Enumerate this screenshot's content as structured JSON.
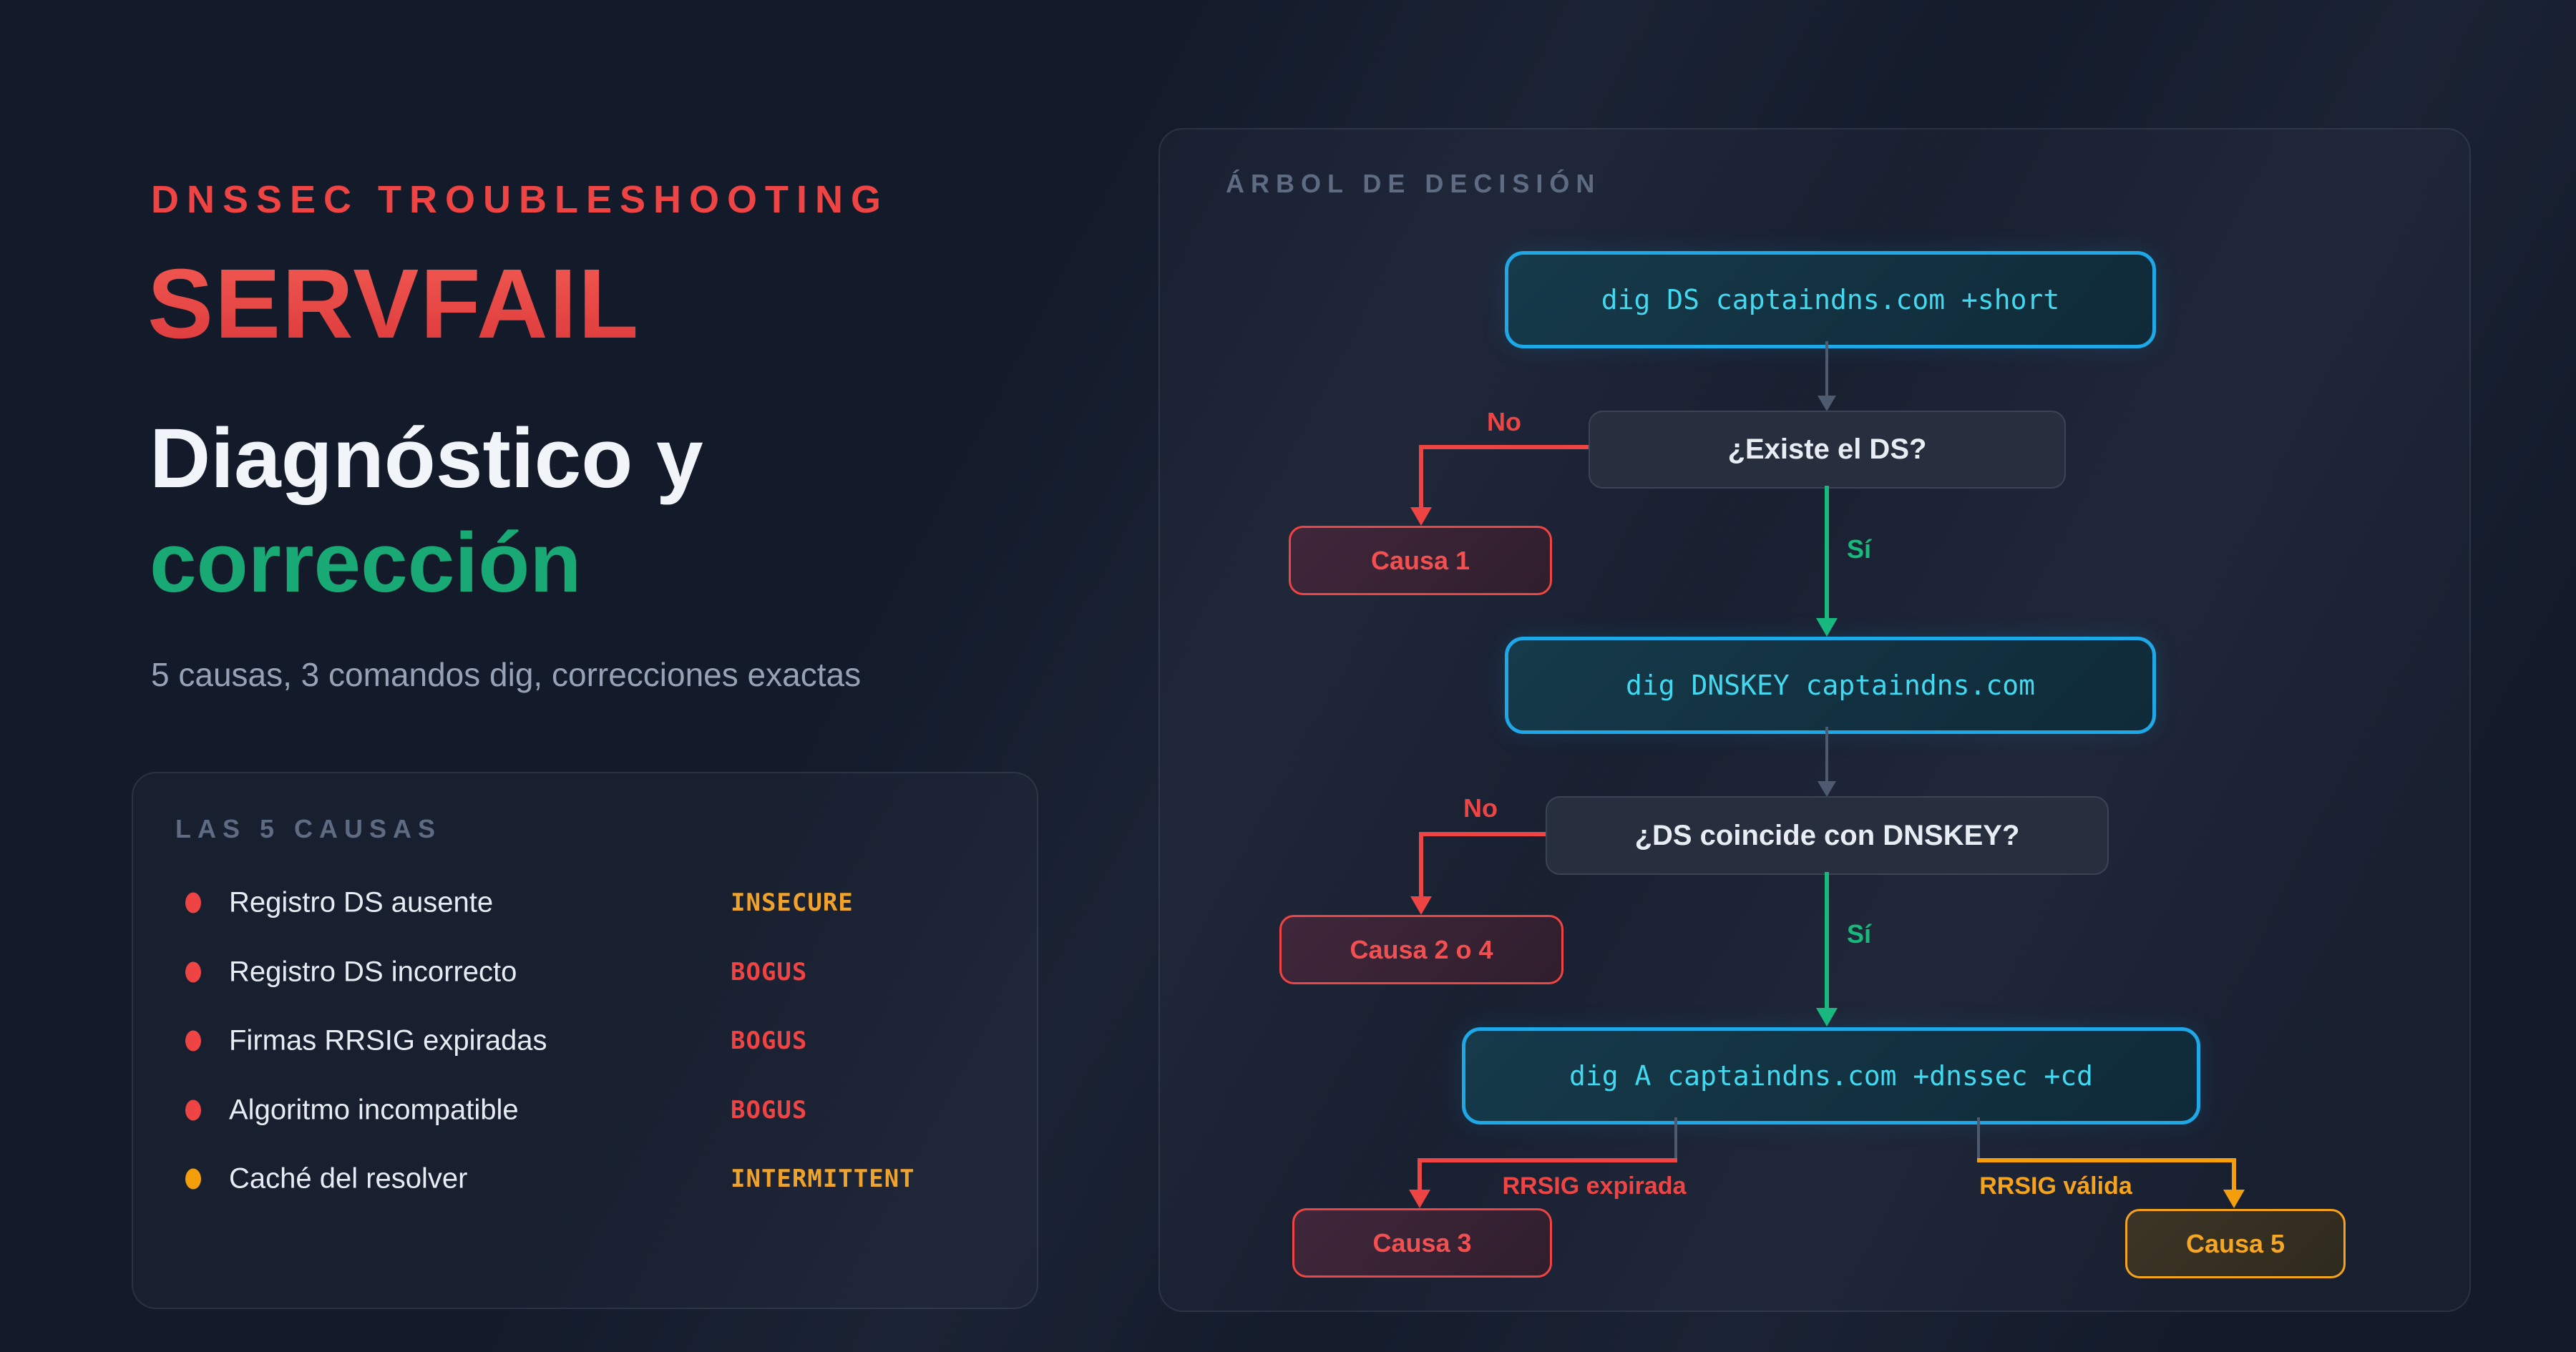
{
  "page": {
    "kicker": "DNSSEC TROUBLESHOOTING",
    "title": "SERVFAIL",
    "headline_line1": "Diagnóstico y",
    "headline_line2": "corrección",
    "tagline": "5 causas, 3 comandos dig, correcciones exactas"
  },
  "causes": {
    "header": "LAS 5 CAUSAS",
    "items": [
      {
        "label": "Registro DS ausente",
        "status": "INSECURE",
        "status_color": "#f0a32a",
        "bullet_color": "#ef4444"
      },
      {
        "label": "Registro DS incorrecto",
        "status": "BOGUS",
        "status_color": "#ef4444",
        "bullet_color": "#ef4444"
      },
      {
        "label": "Firmas RRSIG expiradas",
        "status": "BOGUS",
        "status_color": "#ef4444",
        "bullet_color": "#ef4444"
      },
      {
        "label": "Algoritmo incompatible",
        "status": "BOGUS",
        "status_color": "#ef4444",
        "bullet_color": "#ef4444"
      },
      {
        "label": "Caché del resolver",
        "status": "INTERMITTENT",
        "status_color": "#f0a32a",
        "bullet_color": "#f59e0b"
      }
    ]
  },
  "tree": {
    "header": "ÁRBOL DE DECISIÓN",
    "commands": {
      "step1": "dig DS captaindns.com +short",
      "step2": "dig DNSKEY captaindns.com",
      "step3": "dig A captaindns.com +dnssec +cd"
    },
    "questions": {
      "q1": "¿Existe el DS?",
      "q2": "¿DS coincide con DNSKEY?"
    },
    "outcomes": {
      "causa1": "Causa 1",
      "causa2o4": "Causa 2 o 4",
      "causa3": "Causa 3",
      "causa5": "Causa 5"
    },
    "branch_labels": {
      "no1": "No",
      "yes1": "Sí",
      "no2": "No",
      "yes2": "Sí",
      "rrsig_expired": "RRSIG expirada",
      "rrsig_valid": "RRSIG válida"
    }
  },
  "colors": {
    "background": "#131b2b",
    "red": "#ef4444",
    "green": "#19b97e",
    "amber": "#f59e0b",
    "cyan_border": "#1ea8e8",
    "cyan_text": "#41d8f0",
    "heading_green": "#18a974",
    "muted_header": "#5d6b83"
  }
}
